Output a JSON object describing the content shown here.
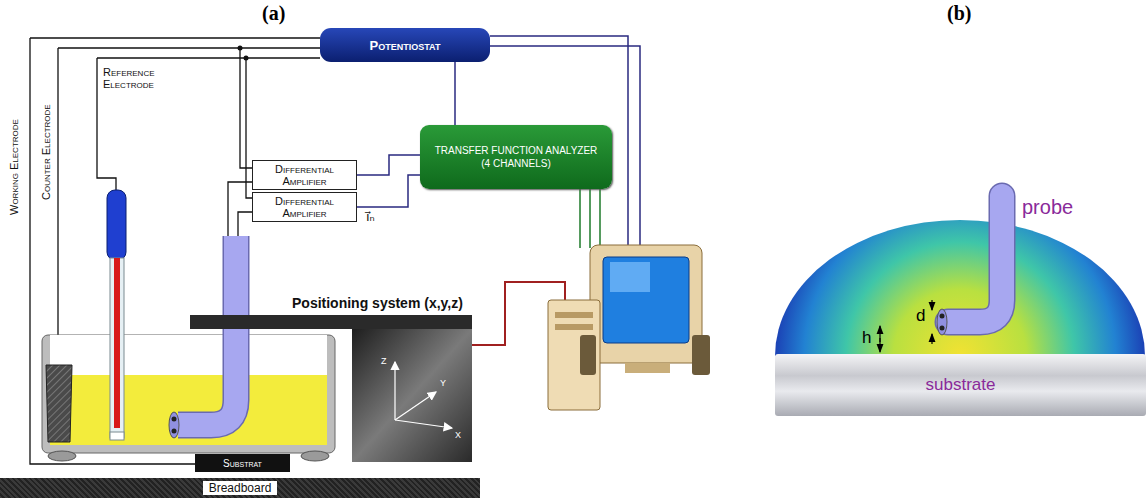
{
  "diagram": {
    "nodes": [
      {
        "text": [
          "Potentiostat"
        ]
      },
      {
        "text": [
          "TRANSFER FUNCTION ANALYZER (4 CHANNELS)"
        ]
      },
      {
        "text": [
          "Differential Amplifier"
        ]
      },
      {
        "text": [
          "Differential Amplifier"
        ]
      },
      {
        "text": [
          "Substrat"
        ]
      },
      {
        "text": [
          "Breadboard"
        ]
      },
      {
        "text": [
          "substrate"
        ]
      }
    ],
    "edges": [
      {
        "from": 0,
        "to": 1,
        "arrow": "none"
      },
      {
        "from": 2,
        "to": 1,
        "arrow": "none"
      },
      {
        "from": 3,
        "to": 1,
        "arrow": "none",
        "label": "i⃗ₙ"
      }
    ],
    "labels": [
      "(a)",
      "(b)",
      "Working Electrode",
      "Counter Electrode",
      "Reference Electrode",
      "Positioning system (x,y,z)",
      "Z",
      "Y",
      "X",
      "probe",
      "h",
      "d"
    ]
  }
}
